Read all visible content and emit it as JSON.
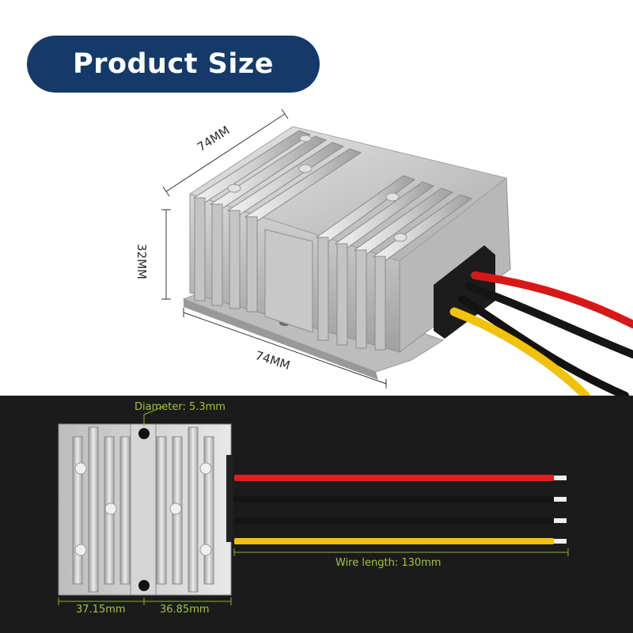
{
  "title": "Product Size",
  "dimensions": {
    "top_length": "74MM",
    "height": "32MM",
    "bottom_length": "74MM"
  },
  "diagram": {
    "hole_diameter": "Diameter: 5.3mm",
    "wire_length": "Wire length: 130mm",
    "left_width": "37.15mm",
    "right_width": "36.85mm",
    "wire_colors": [
      "#e21d1d",
      "#141414",
      "#141414",
      "#f2c20c"
    ]
  }
}
